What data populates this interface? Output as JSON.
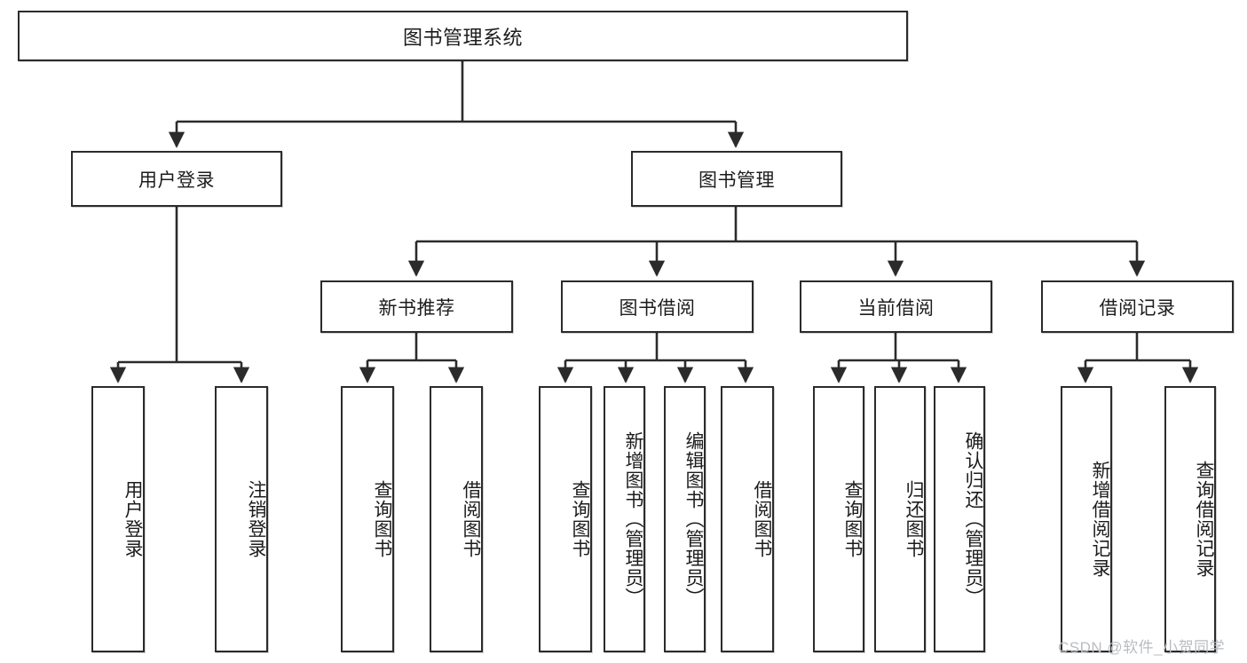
{
  "diagram": {
    "title": "图书管理系统",
    "type": "tree-hierarchy-chart",
    "line_color": "#2b2b2b",
    "box_fill": "#ffffff",
    "text_color": "#1c1c1c",
    "watermark": "CSDN @软件_小贺同学",
    "watermark_color": "#b9bcc0",
    "levels": {
      "root": {
        "label": "图书管理系统"
      },
      "level2": [
        {
          "label": "用户登录"
        },
        {
          "label": "图书管理"
        }
      ],
      "level3": [
        {
          "label": "新书推荐"
        },
        {
          "label": "图书借阅"
        },
        {
          "label": "当前借阅"
        },
        {
          "label": "借阅记录"
        }
      ],
      "leaves": {
        "user_login": [
          {
            "label": "用户登录"
          },
          {
            "label": "注销登录"
          }
        ],
        "new_book_recommend": [
          {
            "label": "查询图书"
          },
          {
            "label": "借阅图书"
          }
        ],
        "book_borrow": [
          {
            "label": "查询图书"
          },
          {
            "label": "新增图书（管理员）"
          },
          {
            "label": "编辑图书（管理员）"
          },
          {
            "label": "借阅图书"
          }
        ],
        "current_borrow": [
          {
            "label": "查询图书"
          },
          {
            "label": "归还图书"
          },
          {
            "label": "确认归还（管理员）"
          }
        ],
        "borrow_record": [
          {
            "label": "新增借阅记录"
          },
          {
            "label": "查询借阅记录"
          }
        ]
      }
    }
  }
}
